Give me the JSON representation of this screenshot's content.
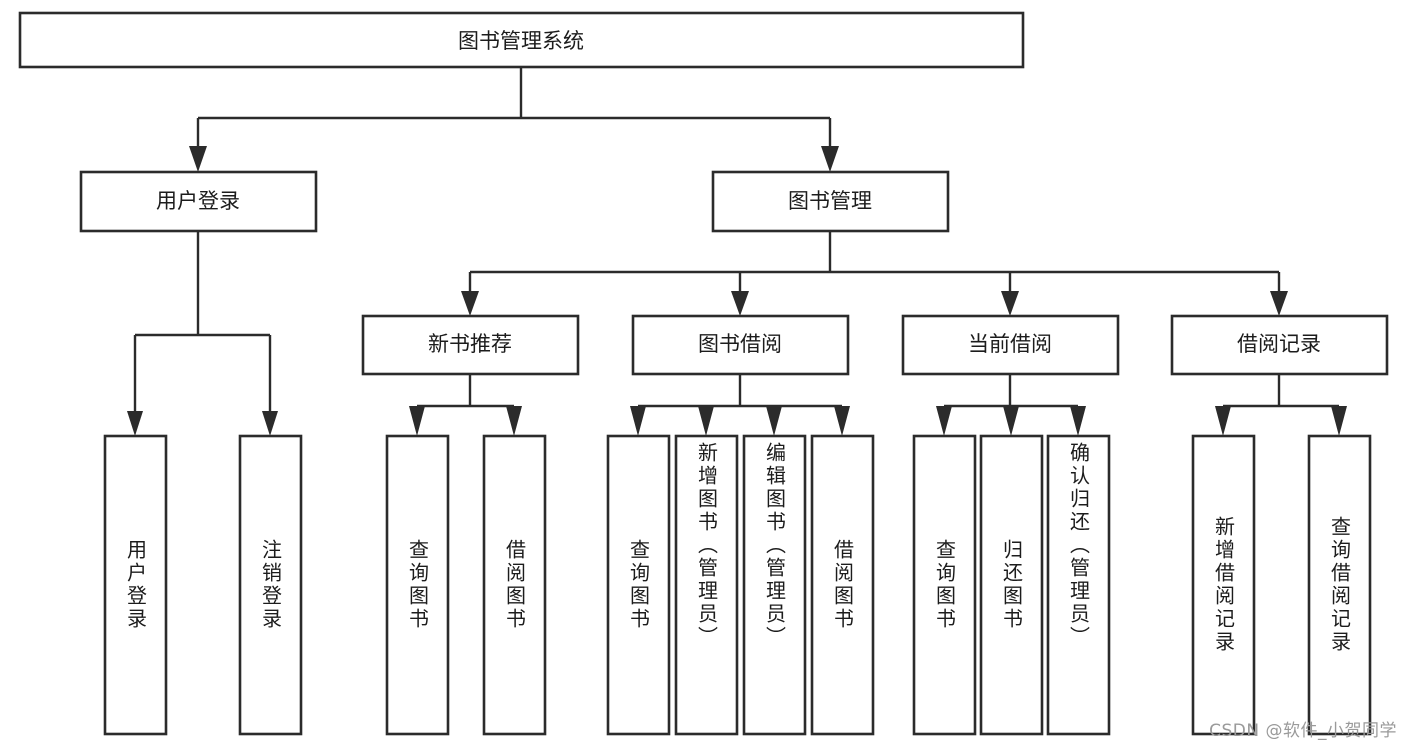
{
  "diagram": {
    "title": "图书管理系统",
    "type": "hierarchy-tree",
    "orientation": "top-down",
    "levels": 4,
    "root": {
      "id": "root",
      "label": "图书管理系统",
      "text_direction": "horizontal"
    },
    "level2": [
      {
        "id": "user-login",
        "label": "用户登录",
        "text_direction": "horizontal"
      },
      {
        "id": "book-manage",
        "label": "图书管理",
        "text_direction": "horizontal"
      }
    ],
    "level3": [
      {
        "id": "new-book-recommend",
        "label": "新书推荐",
        "parent": "book-manage",
        "text_direction": "horizontal"
      },
      {
        "id": "book-borrow",
        "label": "图书借阅",
        "parent": "book-manage",
        "text_direction": "horizontal"
      },
      {
        "id": "current-borrow",
        "label": "当前借阅",
        "parent": "book-manage",
        "text_direction": "horizontal"
      },
      {
        "id": "borrow-record",
        "label": "借阅记录",
        "parent": "book-manage",
        "text_direction": "horizontal"
      }
    ],
    "leaves": [
      {
        "id": "leaf-user-login",
        "label": "用户登录",
        "parent": "user-login",
        "text_direction": "vertical"
      },
      {
        "id": "leaf-logout",
        "label": "注销登录",
        "parent": "user-login",
        "text_direction": "vertical"
      },
      {
        "id": "leaf-query-book-1",
        "label": "查询图书",
        "parent": "new-book-recommend",
        "text_direction": "vertical"
      },
      {
        "id": "leaf-borrow-book-1",
        "label": "借阅图书",
        "parent": "new-book-recommend",
        "text_direction": "vertical"
      },
      {
        "id": "leaf-query-book-2",
        "label": "查询图书",
        "parent": "book-borrow",
        "text_direction": "vertical"
      },
      {
        "id": "leaf-add-book",
        "label": "新增图书（管理员）",
        "parent": "book-borrow",
        "text_direction": "vertical"
      },
      {
        "id": "leaf-edit-book",
        "label": "编辑图书（管理员）",
        "parent": "book-borrow",
        "text_direction": "vertical"
      },
      {
        "id": "leaf-borrow-book-2",
        "label": "借阅图书",
        "parent": "book-borrow",
        "text_direction": "vertical"
      },
      {
        "id": "leaf-query-book-3",
        "label": "查询图书",
        "parent": "current-borrow",
        "text_direction": "vertical"
      },
      {
        "id": "leaf-return-book",
        "label": "归还图书",
        "parent": "current-borrow",
        "text_direction": "vertical"
      },
      {
        "id": "leaf-confirm-return",
        "label": "确认归还（管理员）",
        "parent": "current-borrow",
        "text_direction": "vertical"
      },
      {
        "id": "leaf-add-record",
        "label": "新增借阅记录",
        "parent": "borrow-record",
        "text_direction": "vertical"
      },
      {
        "id": "leaf-query-record",
        "label": "查询借阅记录",
        "parent": "borrow-record",
        "text_direction": "vertical"
      }
    ]
  },
  "watermark": {
    "text": "CSDN @软件_小贺同学"
  },
  "colors": {
    "stroke": "#2b2b2b",
    "fill": "#ffffff",
    "text": "#1c1c1c",
    "watermark": "#9a9a9a",
    "background": "#ffffff"
  }
}
